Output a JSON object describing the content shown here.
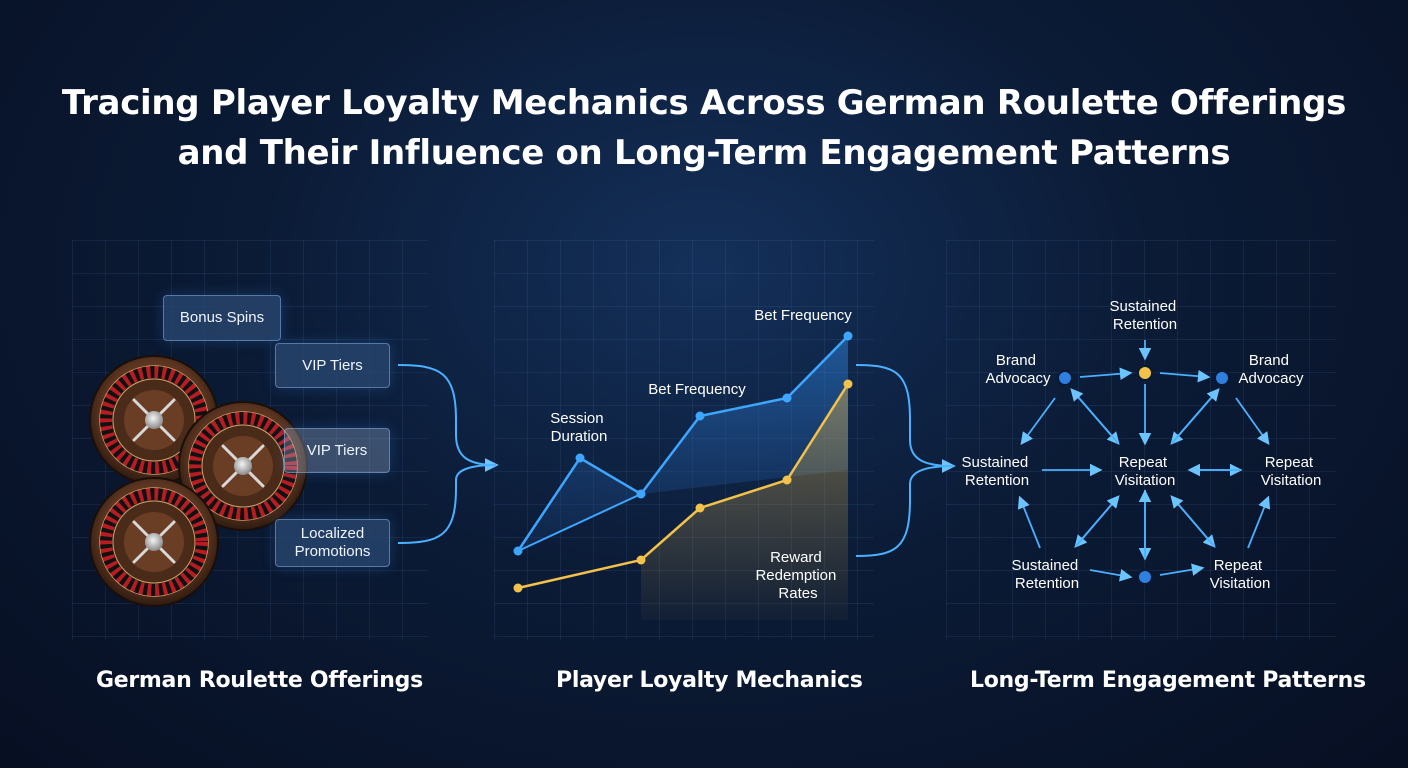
{
  "title": {
    "line1": "Tracing Player Loyalty Mechanics Across German Roulette Offerings",
    "line2": "and Their Influence on Long-Term Engagement Patterns"
  },
  "left_panel": {
    "caption": "German Roulette Offerings",
    "chips": [
      "Bonus Spins",
      "VIP Tiers",
      "VIP Tiers",
      "Localized\nPromotions"
    ]
  },
  "middle_panel": {
    "caption": "Player Loyalty Mechanics",
    "labels": {
      "session": [
        "Session",
        "Duration"
      ],
      "bet_freq_mid": "Bet Frequency",
      "bet_freq_top": "Bet Frequency",
      "reward": [
        "Reward",
        "Redemption",
        "Rates"
      ]
    }
  },
  "right_panel": {
    "caption": "Long-Term Engagement Patterns",
    "nodes": {
      "top": [
        "Sustained",
        "Retention"
      ],
      "top_left": [
        "Brand",
        "Advocacy"
      ],
      "top_right": [
        "Brand",
        "Advocacy"
      ],
      "left": [
        "Sustained",
        "Retention"
      ],
      "center": [
        "Repeat",
        "Visitation"
      ],
      "right": [
        "Repeat",
        "Visitation"
      ],
      "bottom_left": [
        "Sustained",
        "Retention"
      ],
      "bottom_right": [
        "Repeat",
        "Visitation"
      ]
    }
  },
  "colors": {
    "accent_blue": "#3ea6ff",
    "accent_gold": "#f2c24a",
    "background": "#0b1b36"
  }
}
